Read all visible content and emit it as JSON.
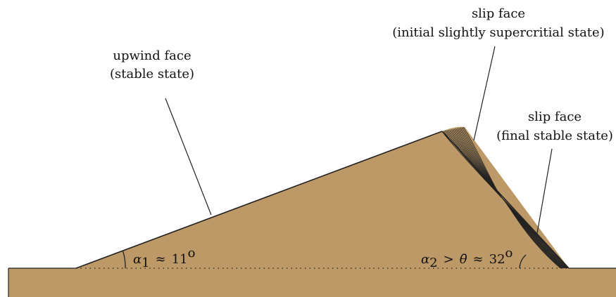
{
  "sand_color": "#BC9967",
  "outline_color": "#222222",
  "labels": {
    "upwind_line1": "upwind face",
    "upwind_line2": "(stable state)",
    "slip_initial_line1": "slip face",
    "slip_initial_line2": "(initial slightly supercritial state)",
    "slip_final_line1": "slip face",
    "slip_final_line2": "(final stable state)"
  },
  "angles": {
    "alpha1_symbol": "α",
    "alpha1_sub": "1",
    "alpha1_approx": "≈",
    "alpha1_value": "11",
    "alpha1_unit": "o",
    "alpha2_symbol": "α",
    "alpha2_sub": "2",
    "alpha2_gt": ">",
    "theta_bar": "θ̄",
    "alpha2_approx": "≈",
    "alpha2_value": "32",
    "alpha2_unit": "o"
  }
}
